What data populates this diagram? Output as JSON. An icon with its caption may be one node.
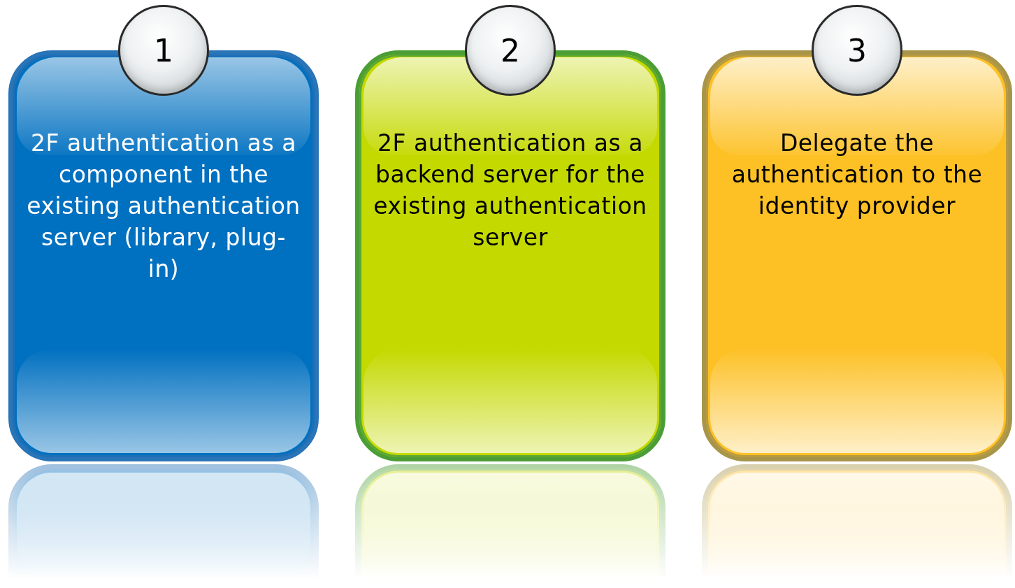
{
  "diagram": {
    "nodes": [
      {
        "text": [
          "1"
        ]
      },
      {
        "text": [
          "2F authentication as a component in the existing authentication server (library, plug-in)"
        ]
      },
      {
        "text": [
          "2"
        ]
      },
      {
        "text": [
          "2F authentication as a backend server for the existing authentication server"
        ]
      },
      {
        "text": [
          "3"
        ]
      },
      {
        "text": [
          "Delegate the authentication to the identity provider"
        ]
      }
    ]
  }
}
